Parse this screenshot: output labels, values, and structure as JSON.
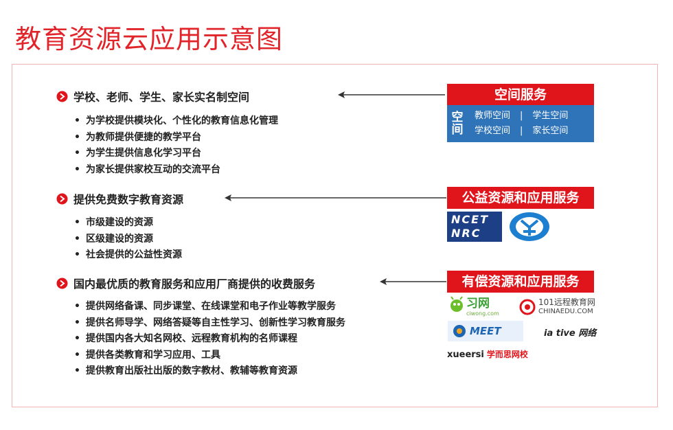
{
  "title": "教育资源云应用示意图",
  "sections": [
    {
      "heading": "学校、老师、学生、家长实名制空间",
      "bullets": [
        "为学校提供模块化、个性化的教育信息化管理",
        "为教师提供便捷的教学平台",
        "为学生提供信息化学习平台",
        "为家长提供家校互动的交流平台"
      ],
      "banner": "空间服务"
    },
    {
      "heading": "提供免费数字教育资源",
      "bullets": [
        "市级建设的资源",
        "区级建设的资源",
        "社会提供的公益性资源"
      ],
      "banner": "公益资源和应用服务"
    },
    {
      "heading": "国内最优质的教育服务和应用厂商提供的收费服务",
      "bullets": [
        "提供网络备课、同步课堂、在线课堂和电子作业等教学服务",
        "提供名师导学、网络答疑等自主性学习、创新性学习教育服务",
        "提供国内各大知名网校、远程教育机构的名师课程",
        "提供各类教育和学习应用、工具",
        "提供教育出版社出版的数字教材、教辅等教育资源"
      ],
      "banner": "有偿资源和应用服务"
    }
  ],
  "space_box": {
    "kong": "空",
    "jian": "间",
    "teacher": "教师空间",
    "student": "学生空间",
    "school": "学校空间",
    "parent": "家长空间",
    "sep": "|"
  },
  "logos": {
    "ncet_line1": "NCET",
    "ncet_line2": "NRC",
    "xiwang": "习网",
    "xiwang_sub": "ciwong.com",
    "hundred_line1": "101远程教育网",
    "hundred_line2": "CHINAEDU.COM",
    "meet": "MEET",
    "active": "ia tive 网络",
    "xueersi": "xueersi",
    "xueersi_cn": "学而思网校"
  },
  "colors": {
    "accent": "#e0141b",
    "space_blue": "#2f73b8",
    "frame": "#f0b2b2"
  }
}
